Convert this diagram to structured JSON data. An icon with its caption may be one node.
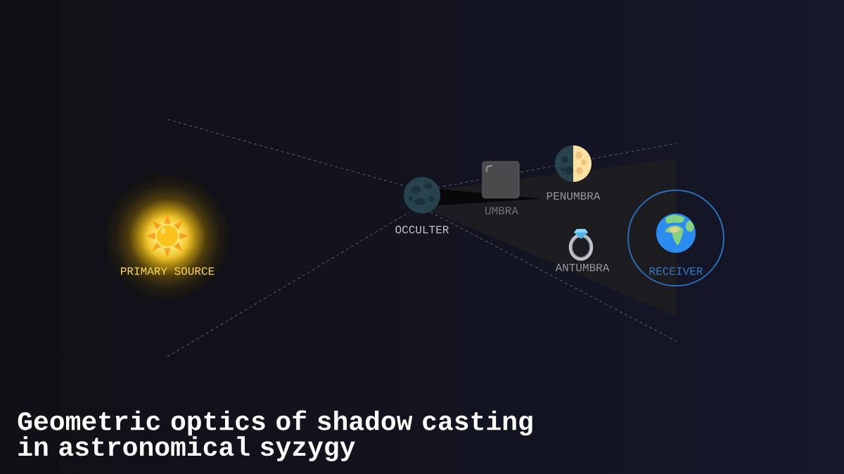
{
  "diagram": {
    "title": "Geometric optics of shadow casting in astronomical syzygy",
    "nodes": [
      {
        "text": [
          "PRIMARY SOURCE"
        ]
      },
      {
        "text": [
          "OCCULTER"
        ]
      },
      {
        "text": [
          "UMBRA"
        ]
      },
      {
        "text": [
          "PENUMBRA"
        ]
      },
      {
        "text": [
          "ANTUMBRA"
        ]
      },
      {
        "text": [
          "RECEIVER"
        ]
      }
    ]
  }
}
